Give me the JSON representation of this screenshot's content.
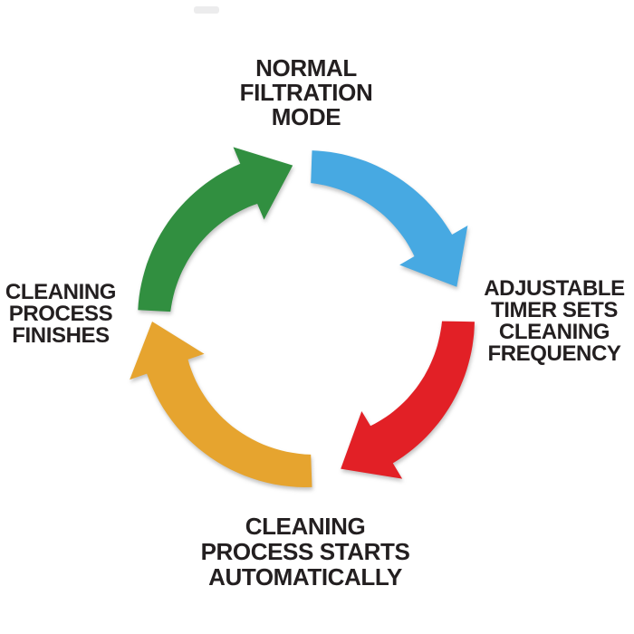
{
  "diagram_type": "cycle",
  "background_color": "#ffffff",
  "text_color": "#231f20",
  "steps": {
    "top": {
      "position": "top",
      "lines": [
        "NORMAL",
        "FILTRATION",
        "MODE"
      ]
    },
    "right": {
      "position": "right",
      "lines": [
        "ADJUSTABLE",
        "TIMER SETS",
        "CLEANING",
        "FREQUENCY"
      ]
    },
    "bottom": {
      "position": "bottom",
      "lines": [
        "CLEANING",
        "PROCESS STARTS",
        "AUTOMATICALLY"
      ]
    },
    "left": {
      "position": "left",
      "lines": [
        "CLEANING",
        "PROCESS",
        "FINISHES"
      ]
    }
  },
  "arrows": [
    {
      "name": "green-arrow",
      "color": "#318F40",
      "from_step": "left",
      "to_step": "top",
      "direction": "clockwise"
    },
    {
      "name": "blue-arrow",
      "color": "#47A9E2",
      "from_step": "top",
      "to_step": "right",
      "direction": "clockwise"
    },
    {
      "name": "red-arrow",
      "color": "#E22026",
      "from_step": "right",
      "to_step": "bottom",
      "direction": "clockwise"
    },
    {
      "name": "orange-arrow",
      "color": "#E6A42F",
      "from_step": "bottom",
      "to_step": "left",
      "direction": "clockwise"
    }
  ]
}
